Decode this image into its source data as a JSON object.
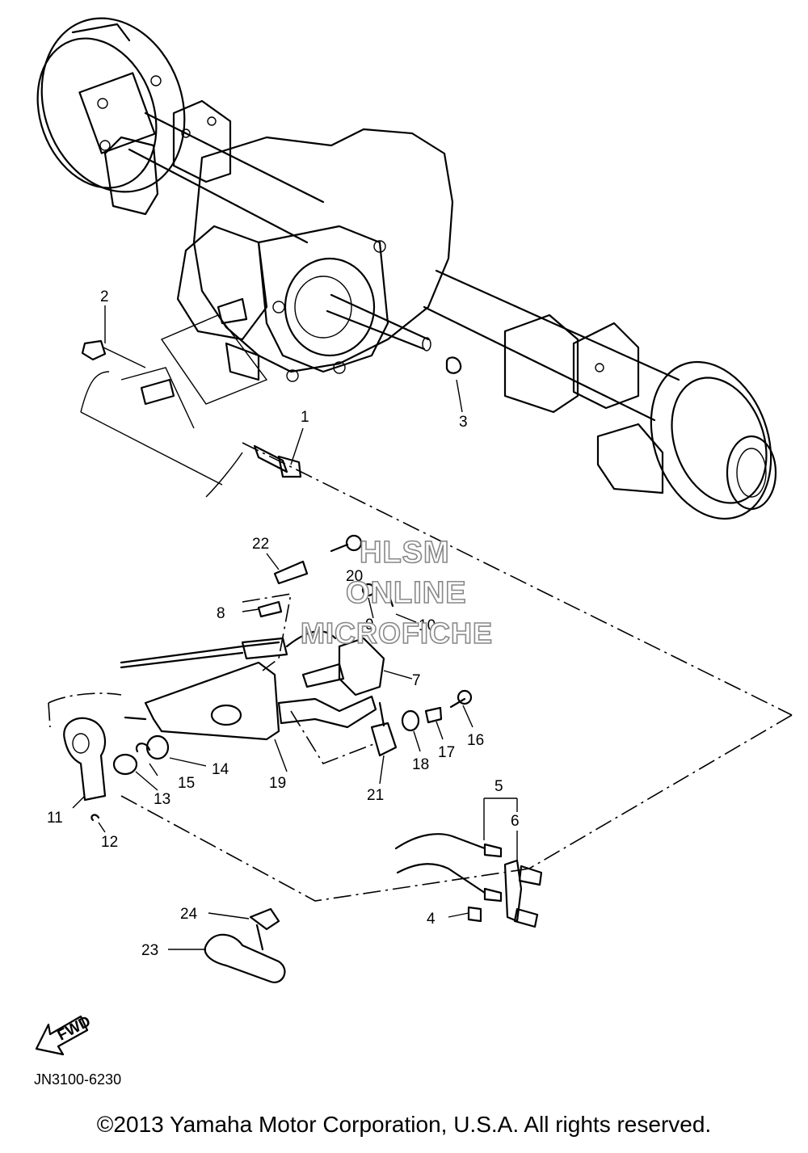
{
  "watermark": {
    "line1": "HLSM",
    "line2": "ONLINE",
    "line3": "MICROFICHE"
  },
  "callouts": {
    "c1": "1",
    "c2": "2",
    "c3": "3",
    "c4": "4",
    "c5": "5",
    "c6": "6",
    "c7": "7",
    "c8": "8",
    "c9": "9",
    "c10": "10",
    "c11": "11",
    "c12": "12",
    "c13": "13",
    "c14": "14",
    "c15": "15",
    "c16": "16",
    "c17": "17",
    "c18": "18",
    "c19": "19",
    "c20": "20",
    "c21": "21",
    "c22": "22",
    "c23": "23",
    "c24": "24"
  },
  "fwd_label": "FWD",
  "drawing_code": "JN3100-6230",
  "copyright": "©2013 Yamaha Motor Corporation, U.S.A. All rights reserved."
}
